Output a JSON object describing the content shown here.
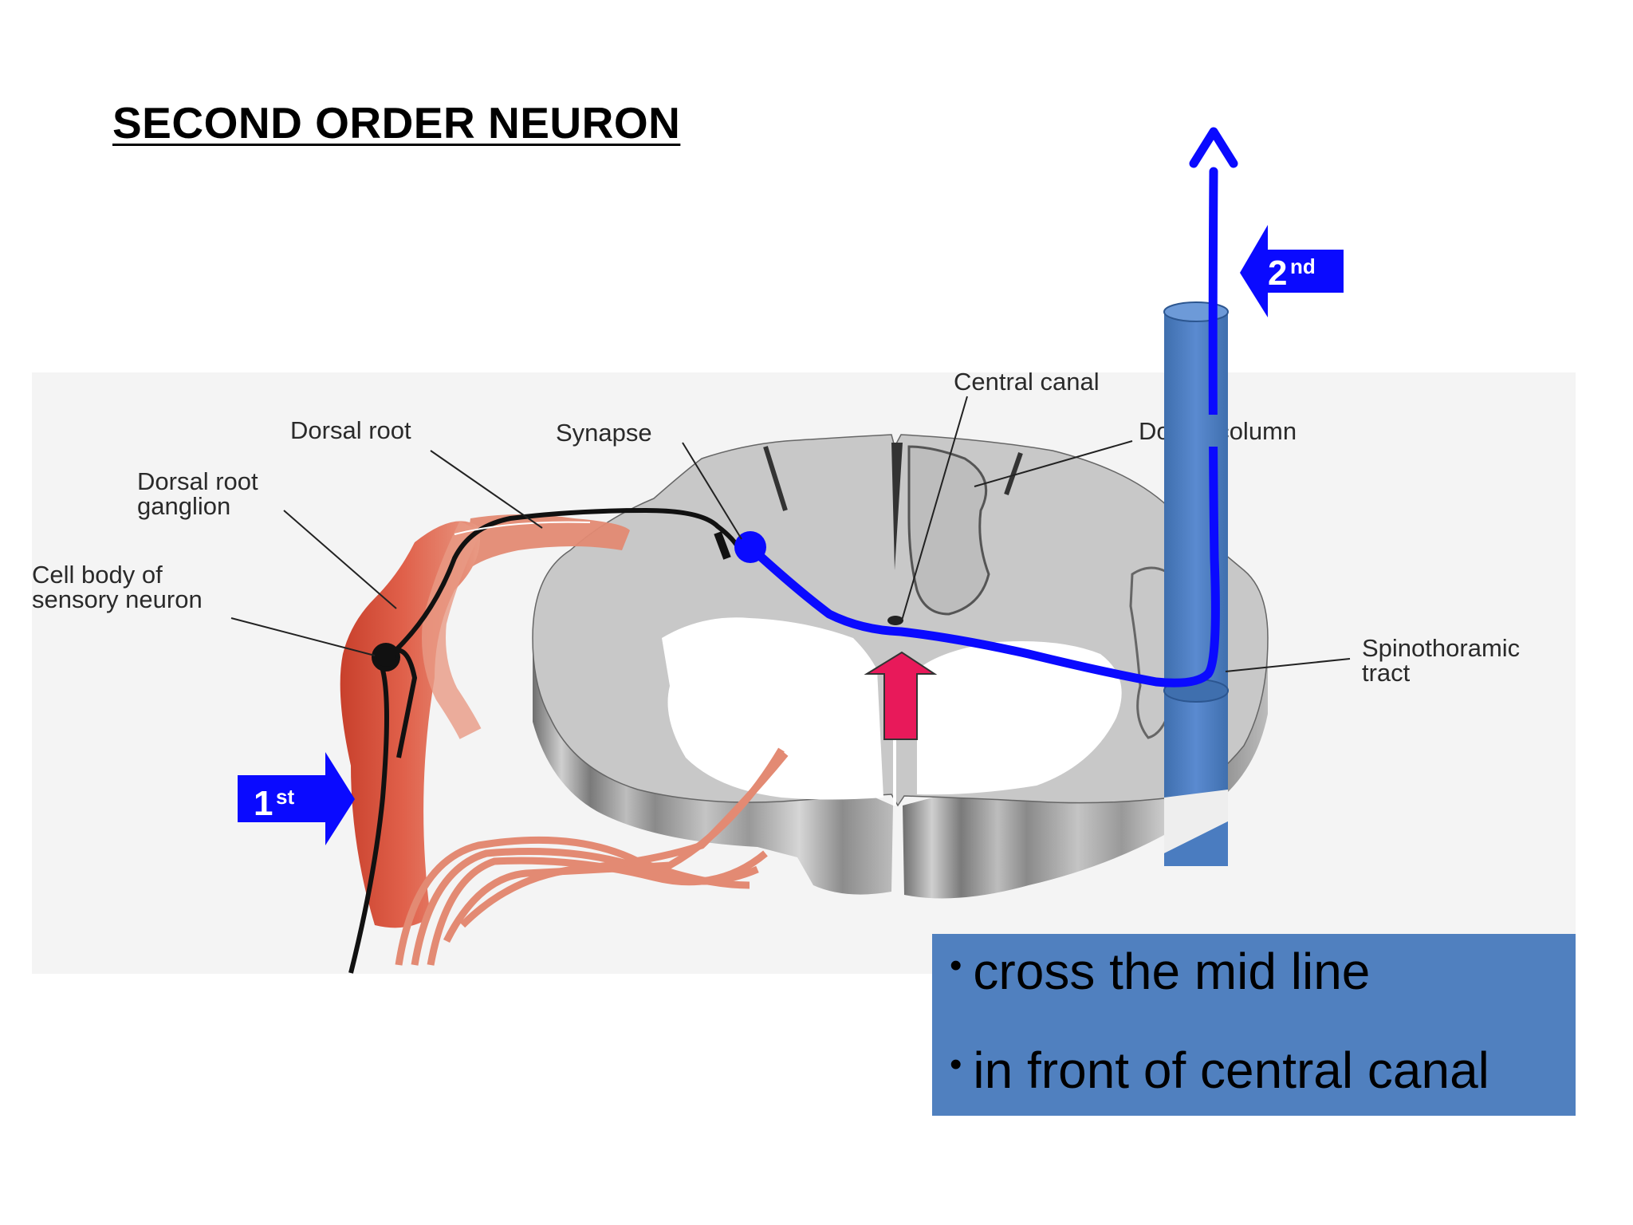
{
  "title": "SECOND ORDER NEURON",
  "diagram": {
    "labels": {
      "dorsal_root": "Dorsal root",
      "synapse": "Synapse",
      "central_canal": "Central canal",
      "dorsal_column": "Dorsal column",
      "dorsal_root_ganglion_line1": "Dorsal root",
      "dorsal_root_ganglion_line2": "ganglion",
      "cell_body_line1": "Cell body of",
      "cell_body_line2": "sensory neuron",
      "spinothalamic_line1": "Spinothoramic",
      "spinothalamic_line2": "tract"
    },
    "first_badge": {
      "number": "1",
      "suffix": "st"
    },
    "second_badge": {
      "number": "2",
      "suffix": "nd"
    },
    "colors": {
      "neuron_path": "#0a0aff",
      "badge": "#0a0aff",
      "column": "#5080bf",
      "midline_arrow": "#e8195a",
      "ganglion": "#d9503a",
      "gray_matter": "#c8c8c8"
    }
  },
  "note": {
    "bullets": [
      "cross the mid line",
      "in front of central canal"
    ]
  }
}
